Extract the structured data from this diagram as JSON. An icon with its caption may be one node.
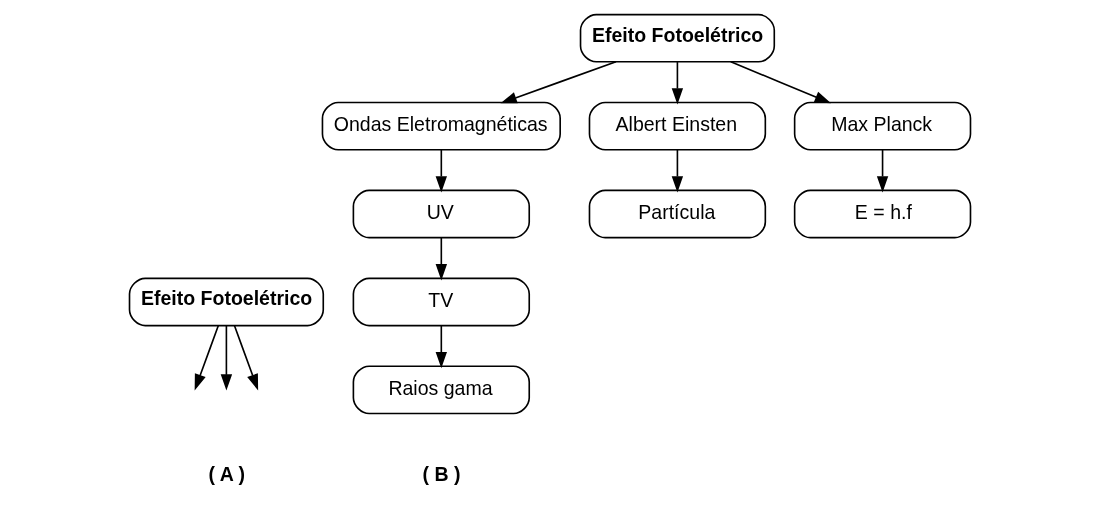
{
  "diagram": {
    "nodes": [
      {
        "text": [
          "Efeito Fotoelétrico"
        ]
      },
      {
        "text": [
          "Efeito Fotoelétrico"
        ]
      },
      {
        "text": [
          "Ondas Eletromagnéticas"
        ]
      },
      {
        "text": [
          "Albert Einsten"
        ]
      },
      {
        "text": [
          "Max Planck"
        ]
      },
      {
        "text": [
          "UV"
        ]
      },
      {
        "text": [
          "TV"
        ]
      },
      {
        "text": [
          "Raios gama"
        ]
      },
      {
        "text": [
          "Partícula"
        ]
      },
      {
        "text": [
          "E = h.f"
        ]
      }
    ],
    "edges": [
      {
        "from": 0,
        "to": null,
        "arrow": "to"
      },
      {
        "from": 0,
        "to": null,
        "arrow": "to"
      },
      {
        "from": 0,
        "to": null,
        "arrow": "to"
      },
      {
        "from": 1,
        "to": 2,
        "arrow": "to"
      },
      {
        "from": 1,
        "to": 3,
        "arrow": "to"
      },
      {
        "from": 1,
        "to": 4,
        "arrow": "to"
      },
      {
        "from": 2,
        "to": 5,
        "arrow": "to"
      },
      {
        "from": 5,
        "to": 6,
        "arrow": "to"
      },
      {
        "from": 6,
        "to": 7,
        "arrow": "to"
      },
      {
        "from": 3,
        "to": 8,
        "arrow": "to"
      },
      {
        "from": 4,
        "to": 9,
        "arrow": "to"
      }
    ],
    "labels": [
      "( A )",
      "( B )"
    ]
  }
}
